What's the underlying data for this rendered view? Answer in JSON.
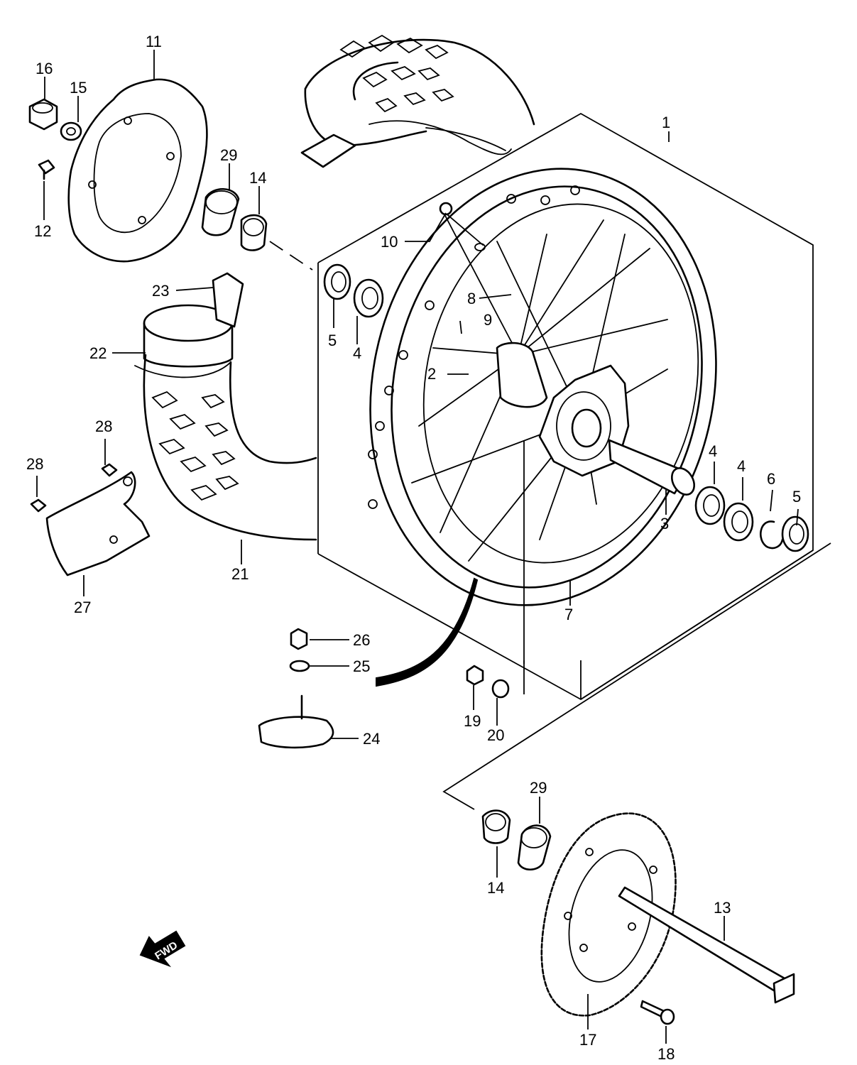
{
  "callouts": {
    "c1": "1",
    "c2": "2",
    "c3": "3",
    "c4a": "4",
    "c4b": "4",
    "c4c": "4",
    "c5a": "5",
    "c5b": "5",
    "c6": "6",
    "c7": "7",
    "c8": "8",
    "c9": "9",
    "c10": "10",
    "c11": "11",
    "c12": "12",
    "c13": "13",
    "c14a": "14",
    "c14b": "14",
    "c15": "15",
    "c16": "16",
    "c17": "17",
    "c18": "18",
    "c19": "19",
    "c20": "20",
    "c21": "21",
    "c22": "22",
    "c23": "23",
    "c24": "24",
    "c25": "25",
    "c26": "26",
    "c27": "27",
    "c28a": "28",
    "c28b": "28",
    "c29a": "29",
    "c29b": "29"
  },
  "fwd_label": "FWD"
}
